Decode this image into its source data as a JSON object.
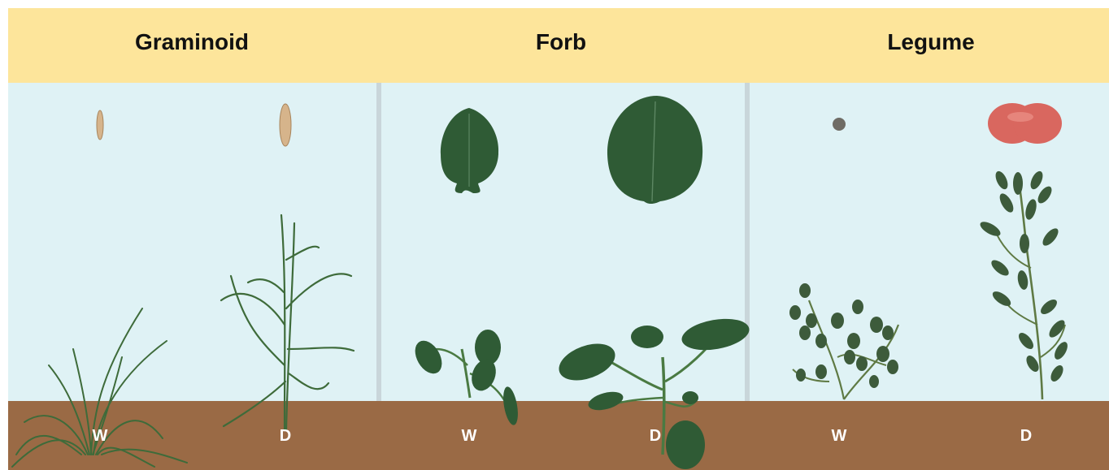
{
  "groups": [
    {
      "title": "Graminoid",
      "labels": [
        "W",
        "D"
      ]
    },
    {
      "title": "Forb",
      "labels": [
        "W",
        "D"
      ]
    },
    {
      "title": "Legume",
      "labels": [
        "W",
        "D"
      ]
    }
  ],
  "colors": {
    "header": "#fde59b",
    "panel": "#dff2f5",
    "soil": "#9a6a45",
    "leaf": "#2f5b35",
    "grass": "#3e6b3a",
    "seed": "#d6b48b",
    "legume_seed": "#d9675f"
  }
}
